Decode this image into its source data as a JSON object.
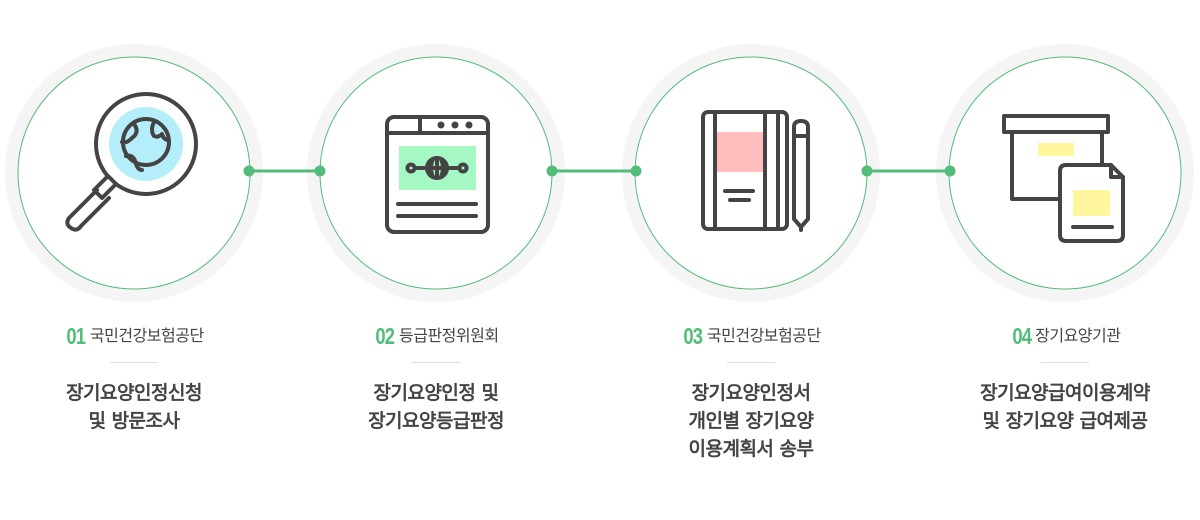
{
  "colors": {
    "accent": "#52bd78",
    "ring": "#f5f5f5",
    "icon": "#444444"
  },
  "steps": [
    {
      "number": "01",
      "org": "국민건강보험공단",
      "title": [
        "장기요양인정신청",
        "및 방문조사"
      ],
      "icon": "magnifier-globe-icon"
    },
    {
      "number": "02",
      "org": "등급판정위원회",
      "title": [
        "장기요양인정 및",
        "장기요양등급판정"
      ],
      "icon": "browser-globe-icon"
    },
    {
      "number": "03",
      "org": "국민건강보험공단",
      "title": [
        "장기요양인정서",
        "개인별 장기요양",
        "이용계획서 송부"
      ],
      "icon": "notebook-pen-icon"
    },
    {
      "number": "04",
      "org": "장기요양기관",
      "title": [
        "장기요양급여이용계약",
        "및 장기요양 급여제공"
      ],
      "icon": "box-document-icon"
    }
  ]
}
